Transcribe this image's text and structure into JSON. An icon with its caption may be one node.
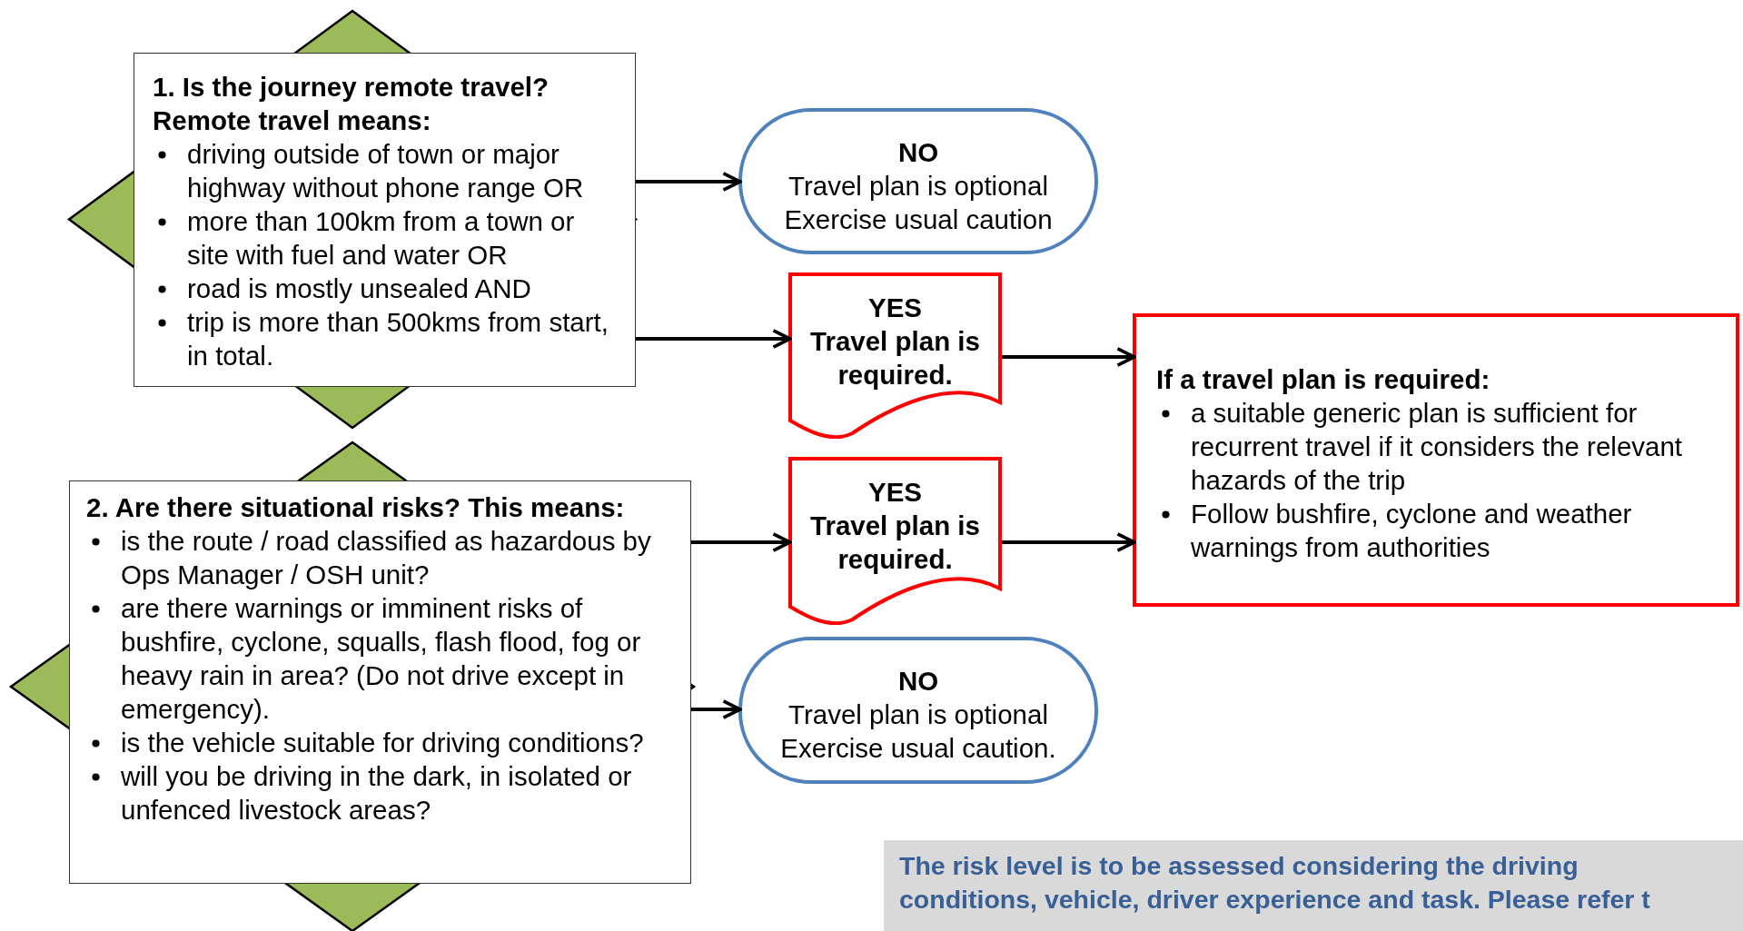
{
  "diagram": {
    "nodes": [
      {
        "text": [
          "1. Is the journey remote travel?",
          "Remote travel means:",
          "driving outside of town or major highway without phone range OR",
          "more than 100km from a town or site with fuel and water OR",
          "road is mostly unsealed AND",
          "trip is more than 500kms from start, in total."
        ]
      },
      {
        "text": [
          "NO",
          "Travel plan is optional",
          "Exercise usual caution"
        ]
      },
      {
        "text": [
          "YES",
          "Travel plan is required."
        ]
      },
      {
        "text": [
          "If a travel plan is required:",
          "a suitable generic plan is sufficient for recurrent travel if it considers the relevant hazards of the trip",
          "Follow bushfire, cyclone and weather warnings from authorities"
        ]
      },
      {
        "text": [
          "2. Are there situational risks? This means:",
          "is the route / road classified as hazardous by Ops Manager / OSH unit?",
          "are there warnings or imminent risks of bushfire, cyclone, squalls, flash flood, fog or heavy rain in area? (Do not drive except in emergency).",
          "is the vehicle suitable for driving conditions?",
          "will you be driving in the dark, in isolated or unfenced livestock areas?"
        ]
      },
      {
        "text": [
          "YES",
          "Travel plan is required."
        ]
      },
      {
        "text": [
          "NO",
          "Travel plan is optional",
          "Exercise usual caution."
        ]
      }
    ],
    "edges": [
      {
        "from": 0,
        "to": 1,
        "arrow": "to"
      },
      {
        "from": 0,
        "to": 2,
        "arrow": "to"
      },
      {
        "from": 2,
        "to": 3,
        "arrow": "to"
      },
      {
        "from": 4,
        "to": 5,
        "arrow": "to"
      },
      {
        "from": 5,
        "to": 3,
        "arrow": "to"
      },
      {
        "from": 4,
        "to": 6,
        "arrow": "to"
      }
    ],
    "labels": [
      "The risk level is to be assessed considering the driving conditions, vehicle, driver experience and task.  Please refer t"
    ]
  }
}
